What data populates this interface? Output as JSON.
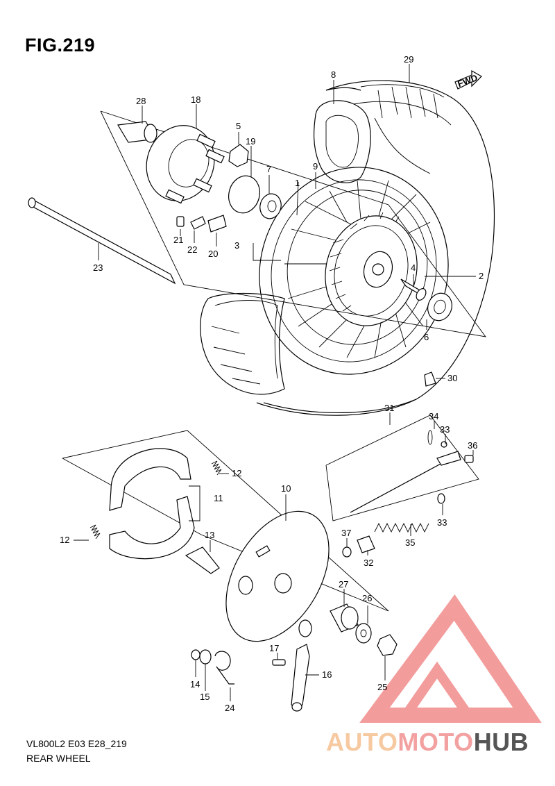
{
  "figure": {
    "title": "FIG.219",
    "code": "VL800L2 E03 E28_219",
    "name": "REAR WHEEL"
  },
  "fwd_label": "FWD",
  "callouts": [
    "1",
    "2",
    "3",
    "4",
    "5",
    "6",
    "7",
    "8",
    "9",
    "10",
    "11",
    "12",
    "12",
    "13",
    "14",
    "15",
    "16",
    "17",
    "18",
    "19",
    "20",
    "21",
    "22",
    "23",
    "24",
    "25",
    "26",
    "27",
    "28",
    "29",
    "30",
    "31",
    "32",
    "33",
    "33",
    "34",
    "35",
    "36",
    "37"
  ],
  "watermark": {
    "part1": "AUTO",
    "part2": "MOTO",
    "part3": "HUB",
    "colors": {
      "auto": "#f6c9a0",
      "moto": "#f3a0a0",
      "hub": "#555555",
      "logo": "#f07c7c"
    }
  }
}
